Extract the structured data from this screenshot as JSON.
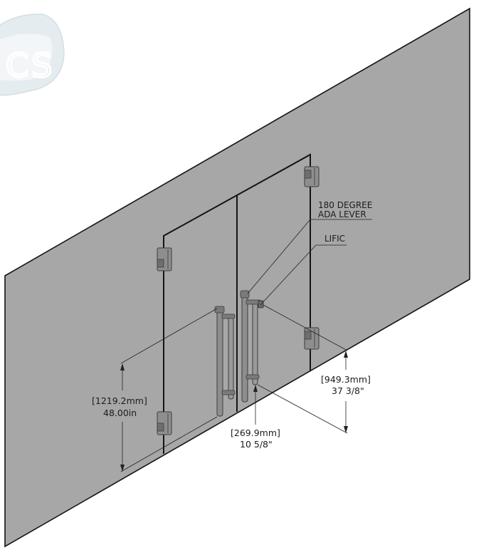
{
  "logo": {
    "letters": "CS"
  },
  "callouts": {
    "lever_line1": "180 DEGREE",
    "lever_line2": "ADA LEVER",
    "lific": "LIFIC"
  },
  "dimensions": {
    "pull_height": {
      "mm": "[1219.2mm]",
      "imperial": "48.00in"
    },
    "hinge_height": {
      "mm": "[949.3mm]",
      "imperial": "37 3/8\""
    },
    "pull_offset": {
      "mm": "[269.9mm]",
      "imperial": "10 5/8\""
    }
  },
  "colors": {
    "glass": "#a7a7a7",
    "outline": "#141414",
    "hardware": "#8e8e8e",
    "hardware_dark": "#4a4a4a",
    "dimension": "#222222",
    "logo": "#dce7ec"
  }
}
